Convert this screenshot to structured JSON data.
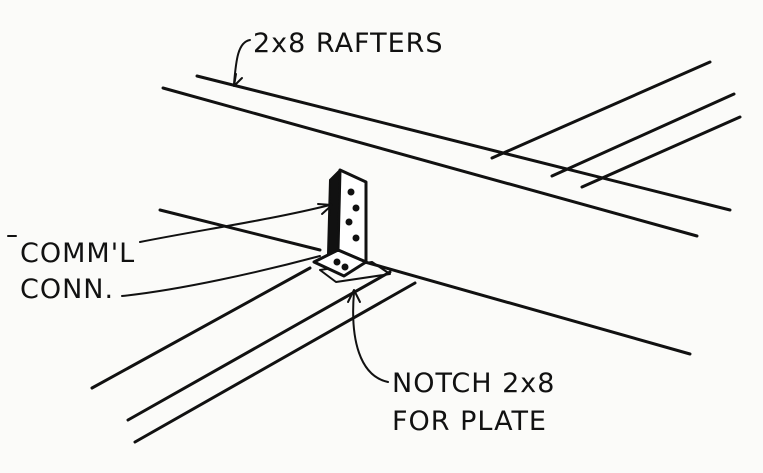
{
  "labels": {
    "rafters": "2x8 RAFTERS",
    "connector_line1": "COMM'L",
    "connector_line2": "CONN.",
    "notch_line1": "NOTCH 2x8",
    "notch_line2": "FOR PLATE"
  },
  "colors": {
    "ink": "#111111",
    "paper": "#fbfbf9"
  }
}
